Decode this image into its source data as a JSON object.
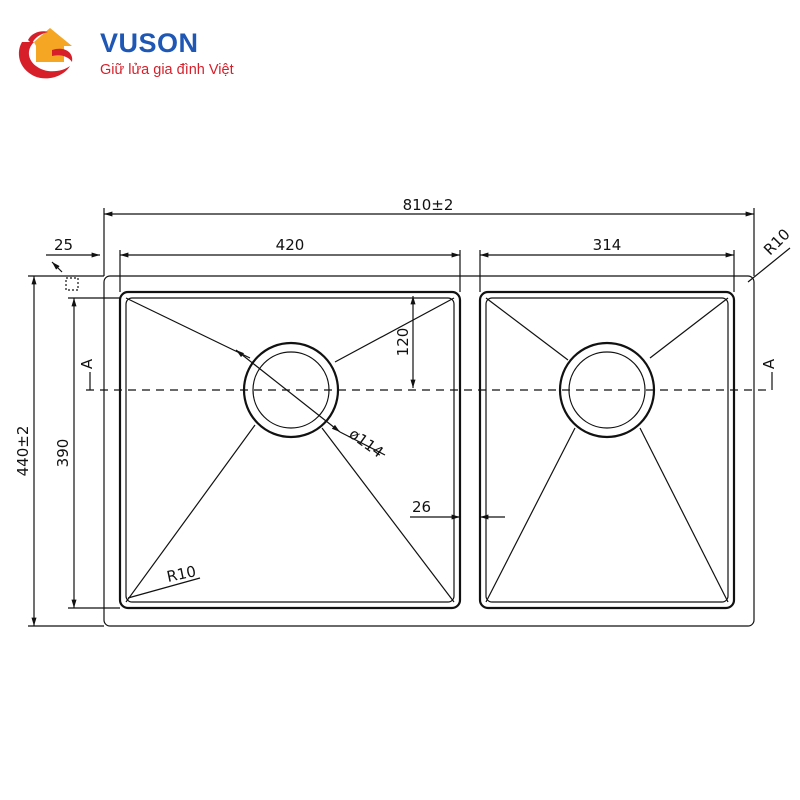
{
  "brand": {
    "name": "VUSON",
    "tagline": "Giữ lửa gia đình Việt",
    "colors": {
      "primary": "#1f57b5",
      "accent": "#d71f2a",
      "highlight": "#f5a623"
    }
  },
  "drawing": {
    "line_color": "#111111",
    "dimensions": {
      "overall_width": "810±2",
      "left_bowl_width": "420",
      "right_bowl_width": "314",
      "offset": "25",
      "corner_radius_top": "R10",
      "corner_radius_bottom": "R10",
      "overall_depth": "440±2",
      "bowl_depth": "390",
      "drain_offset": "120",
      "drain_diameter": "ø114",
      "divider_width": "26"
    },
    "section_marker_left": "A",
    "section_marker_right": "A"
  }
}
